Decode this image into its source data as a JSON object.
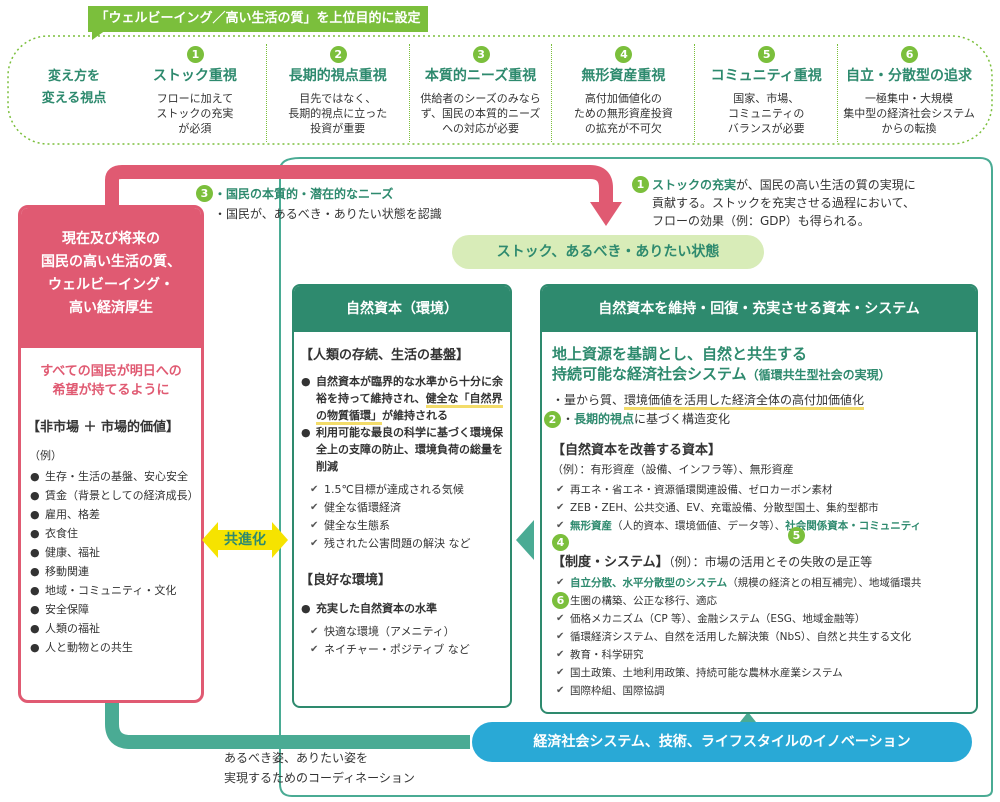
{
  "top_tag": "「ウェルビーイング／高い生活の質」を上位目的に設定",
  "perspective_label": "変え方を\n変える視点",
  "perspectives": [
    {
      "num": "1",
      "name": "ストック重視",
      "desc": "フローに加えて\nストックの充実\nが必須"
    },
    {
      "num": "2",
      "name": "長期的視点重視",
      "desc": "目先ではなく、\n長期的視点に立った\n投資が重要"
    },
    {
      "num": "3",
      "name": "本質的ニーズ重視",
      "desc": "供給者のシーズのみなら\nず、国民の本質的ニーズ\nへの対応が必要"
    },
    {
      "num": "4",
      "name": "無形資産重視",
      "desc": "高付加価値化の\nための無形資産投資\nの拡充が不可欠"
    },
    {
      "num": "5",
      "name": "コミュニティ重視",
      "desc": "国家、市場、\nコミュニティの\nバランスが必要"
    },
    {
      "num": "6",
      "name": "自立・分散型の追求",
      "desc": "一極集中・大規模\n集中型の経済社会システム\nからの転換"
    }
  ],
  "needs": {
    "num": "3",
    "line1": "・国民の本質的・潜在的なニーズ",
    "line2": "・国民が、あるべき・ありたい状態を認識"
  },
  "stock_note": {
    "num": "1",
    "lead": "ストックの充実",
    "rest": "が、国民の高い生活の質の実現に貢献する。ストックを充実させる過程において、フローの効果（例：GDP）も得られる。"
  },
  "stock_banner": "ストック、あるべき・ありたい状態",
  "wellbeing": {
    "title": "現在及び将来の\n国民の高い生活の質、\nウェルビーイング・\n高い経済厚生",
    "subtitle": "すべての国民が明日への\n希望が持てるように",
    "heading": "【非市場 ＋ 市場的価値】",
    "example": "（例）",
    "items": [
      "生存・生活の基盤、安心安全",
      "賃金（背景としての経済成長）",
      "雇用、格差",
      "衣食住",
      "健康、福祉",
      "移動関連",
      "地域・コミュニティ・文化",
      "安全保障",
      "人類の福祉",
      "人と動物との共生"
    ]
  },
  "coevolution": "共進化",
  "natural": {
    "header": "自然資本（環境）",
    "sec1": "【人類の存続、生活の基盤】",
    "b1a": "自然資本が臨界的な水準から十分に余裕を持って維持され、",
    "b1b": "健全な「自然界の物質循環」",
    "b1c": "が維持される",
    "b2": "利用可能な最良の科学に基づく環境保全上の支障の防止、環境負荷の総量を削減",
    "checks": [
      "1.5℃目標が達成される気候",
      "健全な循環経済",
      "健全な生態系",
      "残された公害問題の解決 など"
    ],
    "sec2": "【良好な環境】",
    "b3": "充実した自然資本の水準",
    "checks2": [
      "快適な環境（アメニティ）",
      "ネイチャー・ポジティブ など"
    ]
  },
  "capital": {
    "header": "自然資本を維持・回復・充実させる資本・システム",
    "big1": "地上資源を基調とし、自然と共生する",
    "big2": "持続可能な経済社会システム",
    "big2b": "（循環共生型社会の実現）",
    "q1a": "・量から質、",
    "q1b": "環境価値を活用した経済全体の高付加価値化",
    "q2num": "2",
    "q2a": "・",
    "q2b": "長期的視点",
    "q2c": "に基づく構造変化",
    "sec1": "【自然資本を改善する資本】",
    "sec1ex": "（例）：有形資産（設備、インフラ等）、無形資産",
    "items1": [
      "再エネ・省エネ・資源循環関連設備、ゼロカーボン素材",
      "ZEB・ZEH、公共交通、EV、充電設備、分散型国土、集約型都市"
    ],
    "item3a": "無形資産",
    "item3b": "（人的資本、環境価値、データ等）、",
    "item3c": "社会関係資本・コミュニティ",
    "num4": "4",
    "num5": "5",
    "sec2": "【制度・システム】",
    "sec2ex": "（例）：市場の活用とその失敗の是正等",
    "item4a": "自立分散、水平分散型のシステム",
    "item4b": "（規模の経済との相互補完）、地域循環共",
    "num6": "6",
    "item4c": "生圏の構築、公正な移行、適応",
    "items2": [
      "価格メカニズム（CP 等）、金融システム（ESG、地域金融等）",
      "循環経済システム、自然を活用した解決策（NbS）、自然と共生する文化",
      "教育・科学研究",
      "国土政策、土地利用政策、持続可能な農林水産業システム",
      "国際枠組、国際協調"
    ]
  },
  "innovation": "経済社会システム、技術、ライフスタイルのイノベーション",
  "coordination": "あるべき姿、ありたい姿を\n実現するためのコーディネーション",
  "colors": {
    "green": "#2e8a6e",
    "lime": "#7bbf3c",
    "pink": "#e05a72",
    "teal": "#4aab94",
    "blue": "#29a9d6",
    "yellow": "#f3dc6a"
  }
}
